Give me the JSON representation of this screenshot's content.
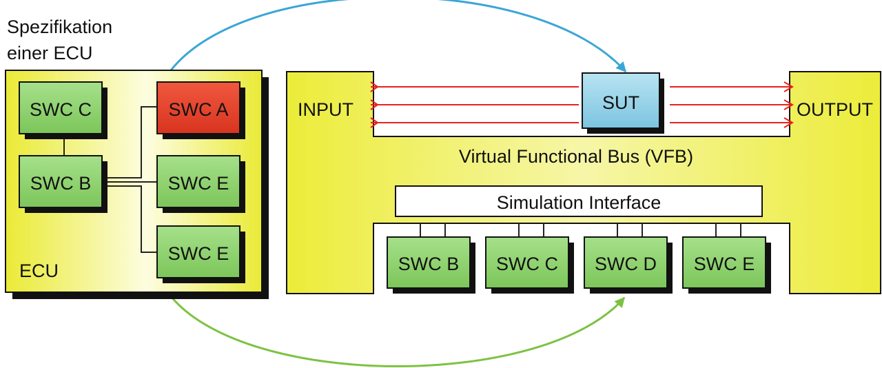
{
  "spec_label": {
    "line1": "Spezifikation",
    "line2": "einer ECU"
  },
  "ecu": {
    "label": "ECU",
    "swc_c": "SWC C",
    "swc_a": "SWC A",
    "swc_b": "SWC B",
    "swc_e1": "SWC E",
    "swc_e2": "SWC E"
  },
  "vfb": {
    "input_label": "INPUT",
    "output_label": "OUTPUT",
    "sut_label": "SUT",
    "bus_label": "Virtual Functional Bus (VFB)",
    "sim_interface_label": "Simulation Interface",
    "components": [
      "SWC B",
      "SWC C",
      "SWC D",
      "SWC E"
    ]
  },
  "colors": {
    "yellow_panel": "#ecec3a",
    "green_box": "#8ed36c",
    "red_box": "#e8402a",
    "sut_box": "#8fd0e8",
    "signal_lines": "#e8201c",
    "arrow_top": "#3aa6d6",
    "arrow_bottom": "#7cc242"
  }
}
